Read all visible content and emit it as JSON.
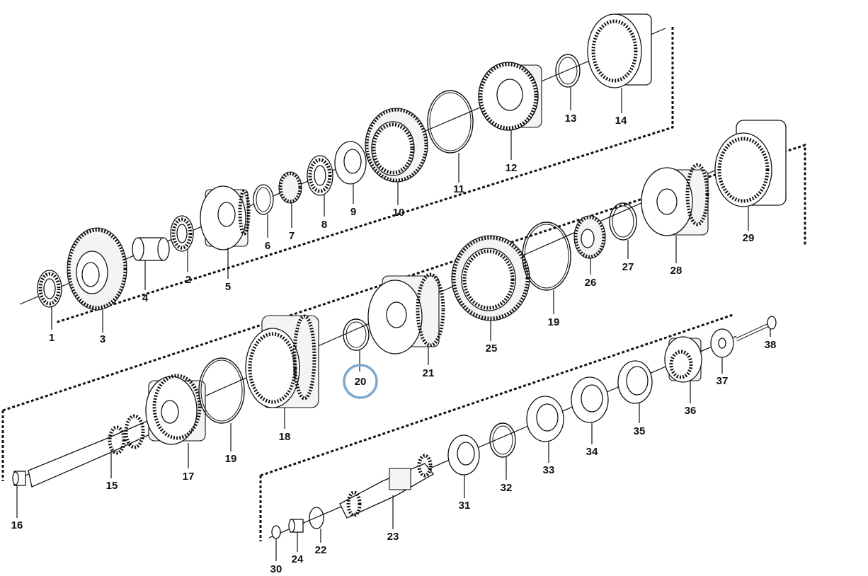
{
  "parts": [
    {
      "id": "1",
      "shape": "washer"
    },
    {
      "id": "2",
      "shape": "washer"
    },
    {
      "id": "3",
      "shape": "gear"
    },
    {
      "id": "4",
      "shape": "sleeve"
    },
    {
      "id": "5",
      "shape": "carrier"
    },
    {
      "id": "6",
      "shape": "ring"
    },
    {
      "id": "7",
      "shape": "gear"
    },
    {
      "id": "8",
      "shape": "washer"
    },
    {
      "id": "9",
      "shape": "disc"
    },
    {
      "id": "10",
      "shape": "gear"
    },
    {
      "id": "11",
      "shape": "ring"
    },
    {
      "id": "12",
      "shape": "carrier"
    },
    {
      "id": "13",
      "shape": "ring"
    },
    {
      "id": "14",
      "shape": "drum"
    },
    {
      "id": "15",
      "shape": "shaft"
    },
    {
      "id": "16",
      "shape": "sleeve"
    },
    {
      "id": "17",
      "shape": "carrier"
    },
    {
      "id": "18",
      "shape": "drum"
    },
    {
      "id": "19",
      "shape": "ring"
    },
    {
      "id": "19",
      "shape": "ring"
    },
    {
      "id": "20",
      "shape": "ring",
      "highlighted": true
    },
    {
      "id": "21",
      "shape": "carrier"
    },
    {
      "id": "22",
      "shape": "ring"
    },
    {
      "id": "23",
      "shape": "shaft"
    },
    {
      "id": "24",
      "shape": "sleeve"
    },
    {
      "id": "25",
      "shape": "gear"
    },
    {
      "id": "26",
      "shape": "gear"
    },
    {
      "id": "27",
      "shape": "ring"
    },
    {
      "id": "28",
      "shape": "carrier"
    },
    {
      "id": "29",
      "shape": "drum"
    },
    {
      "id": "30",
      "shape": "ring"
    },
    {
      "id": "31",
      "shape": "bearing"
    },
    {
      "id": "32",
      "shape": "ring"
    },
    {
      "id": "33",
      "shape": "bearing"
    },
    {
      "id": "34",
      "shape": "bearing"
    },
    {
      "id": "35",
      "shape": "seal"
    },
    {
      "id": "36",
      "shape": "flange"
    },
    {
      "id": "37",
      "shape": "disc"
    },
    {
      "id": "38",
      "shape": "bolt"
    }
  ],
  "highlight_color": "#7fa8cf"
}
